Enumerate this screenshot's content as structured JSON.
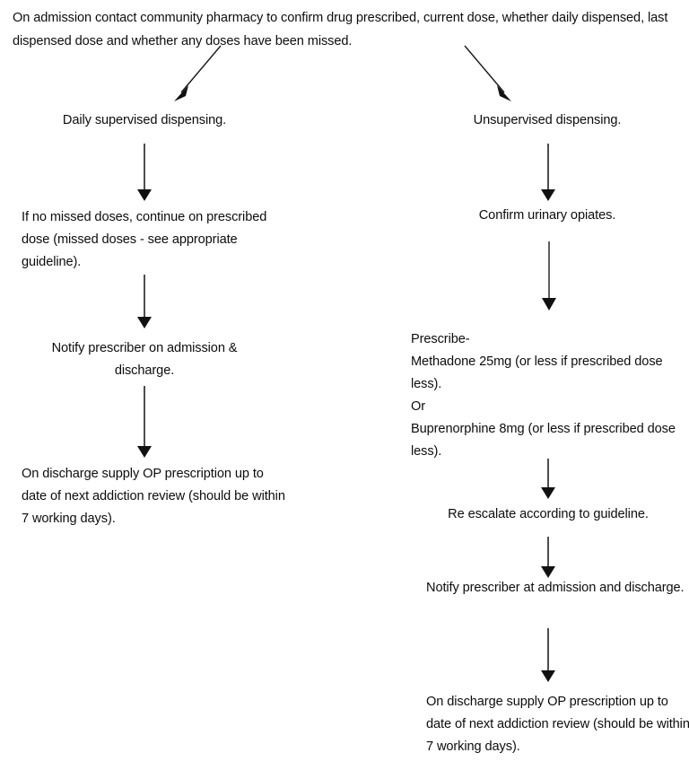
{
  "diagram": {
    "title": "On admission contact community pharmacy to confirm drug prescribed, current dose, whether daily dispensed, last dispensed dose and whether any doses have been missed.",
    "background_color": "#ffffff",
    "text_color": "#0d0d0d",
    "arrow_color": "#2f2f2f",
    "nodes": {
      "root": "On admission contact community pharmacy to confirm drug prescribed, current dose, whether daily dispensed, last dispensed dose and whether any doses have been missed.",
      "left_1": "Daily supervised dispensing.",
      "left_2": "If no missed doses, continue on prescribed dose (missed doses - see appropriate guideline).",
      "left_3": "Notify prescriber on admission & discharge.",
      "left_4": "On discharge supply OP prescription up to date of next addiction review (should be within 7 working days).",
      "right_1": "Unsupervised dispensing.",
      "right_2": "Confirm urinary opiates.",
      "right_3": "Prescribe-\nMethadone 25mg (or less if prescribed dose less).\nOr\nBuprenorphine 8mg (or less if prescribed dose less).",
      "right_4": "Re escalate according to guideline.",
      "right_5": "Notify prescriber at admission and discharge.",
      "right_6": "On discharge supply OP prescription up to date of next addiction review (should be within 7 working days)."
    },
    "edges": [
      {
        "name": "root-to-daily-supervised",
        "kind": "diagonal-left"
      },
      {
        "name": "root-to-unsupervised",
        "kind": "diagonal-right"
      },
      {
        "name": "daily-supervised-to-no-missed-doses",
        "kind": "vertical"
      },
      {
        "name": "no-missed-doses-to-notify-prescriber",
        "kind": "vertical"
      },
      {
        "name": "notify-prescriber-to-discharge-supply",
        "kind": "vertical"
      },
      {
        "name": "unsupervised-to-confirm-urinary-opiates",
        "kind": "vertical"
      },
      {
        "name": "confirm-urinary-opiates-to-prescribe",
        "kind": "vertical"
      },
      {
        "name": "prescribe-to-re-escalate",
        "kind": "vertical"
      },
      {
        "name": "re-escalate-to-notify-prescriber",
        "kind": "vertical"
      },
      {
        "name": "notify-prescriber-to-discharge-supply",
        "kind": "vertical"
      }
    ]
  }
}
